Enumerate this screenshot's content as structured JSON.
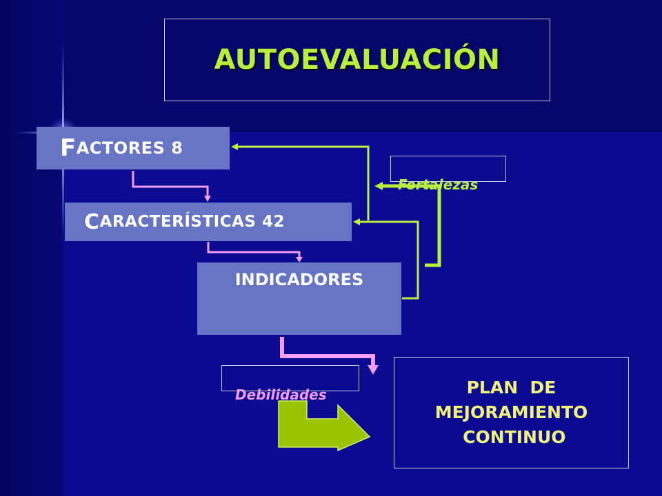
{
  "title": "AUTOEVALUACIÓN",
  "nodes": {
    "factores": {
      "cap": "F",
      "rest": "ACTORES  8"
    },
    "caracteristicas": {
      "cap": "C",
      "rest": "ARACTERÍSTICAS 42"
    },
    "indicadores": "INDICADORES"
  },
  "labels": {
    "fortalezas": "Fortalezas",
    "debilidades": "Debilidades"
  },
  "plan": {
    "lines": [
      "PLAN  DE",
      "MEJORAMIENTO",
      " CONTINUO"
    ]
  },
  "colors": {
    "background": "#0a0a86",
    "node_fill": "#6674c4",
    "title": "#b7ef3f",
    "fortalezas_arrows": "#b7ef3f",
    "debilidades_arrows": "#f29df2",
    "plan_text": "#f2f27a",
    "big_arrow": "#99c400"
  }
}
